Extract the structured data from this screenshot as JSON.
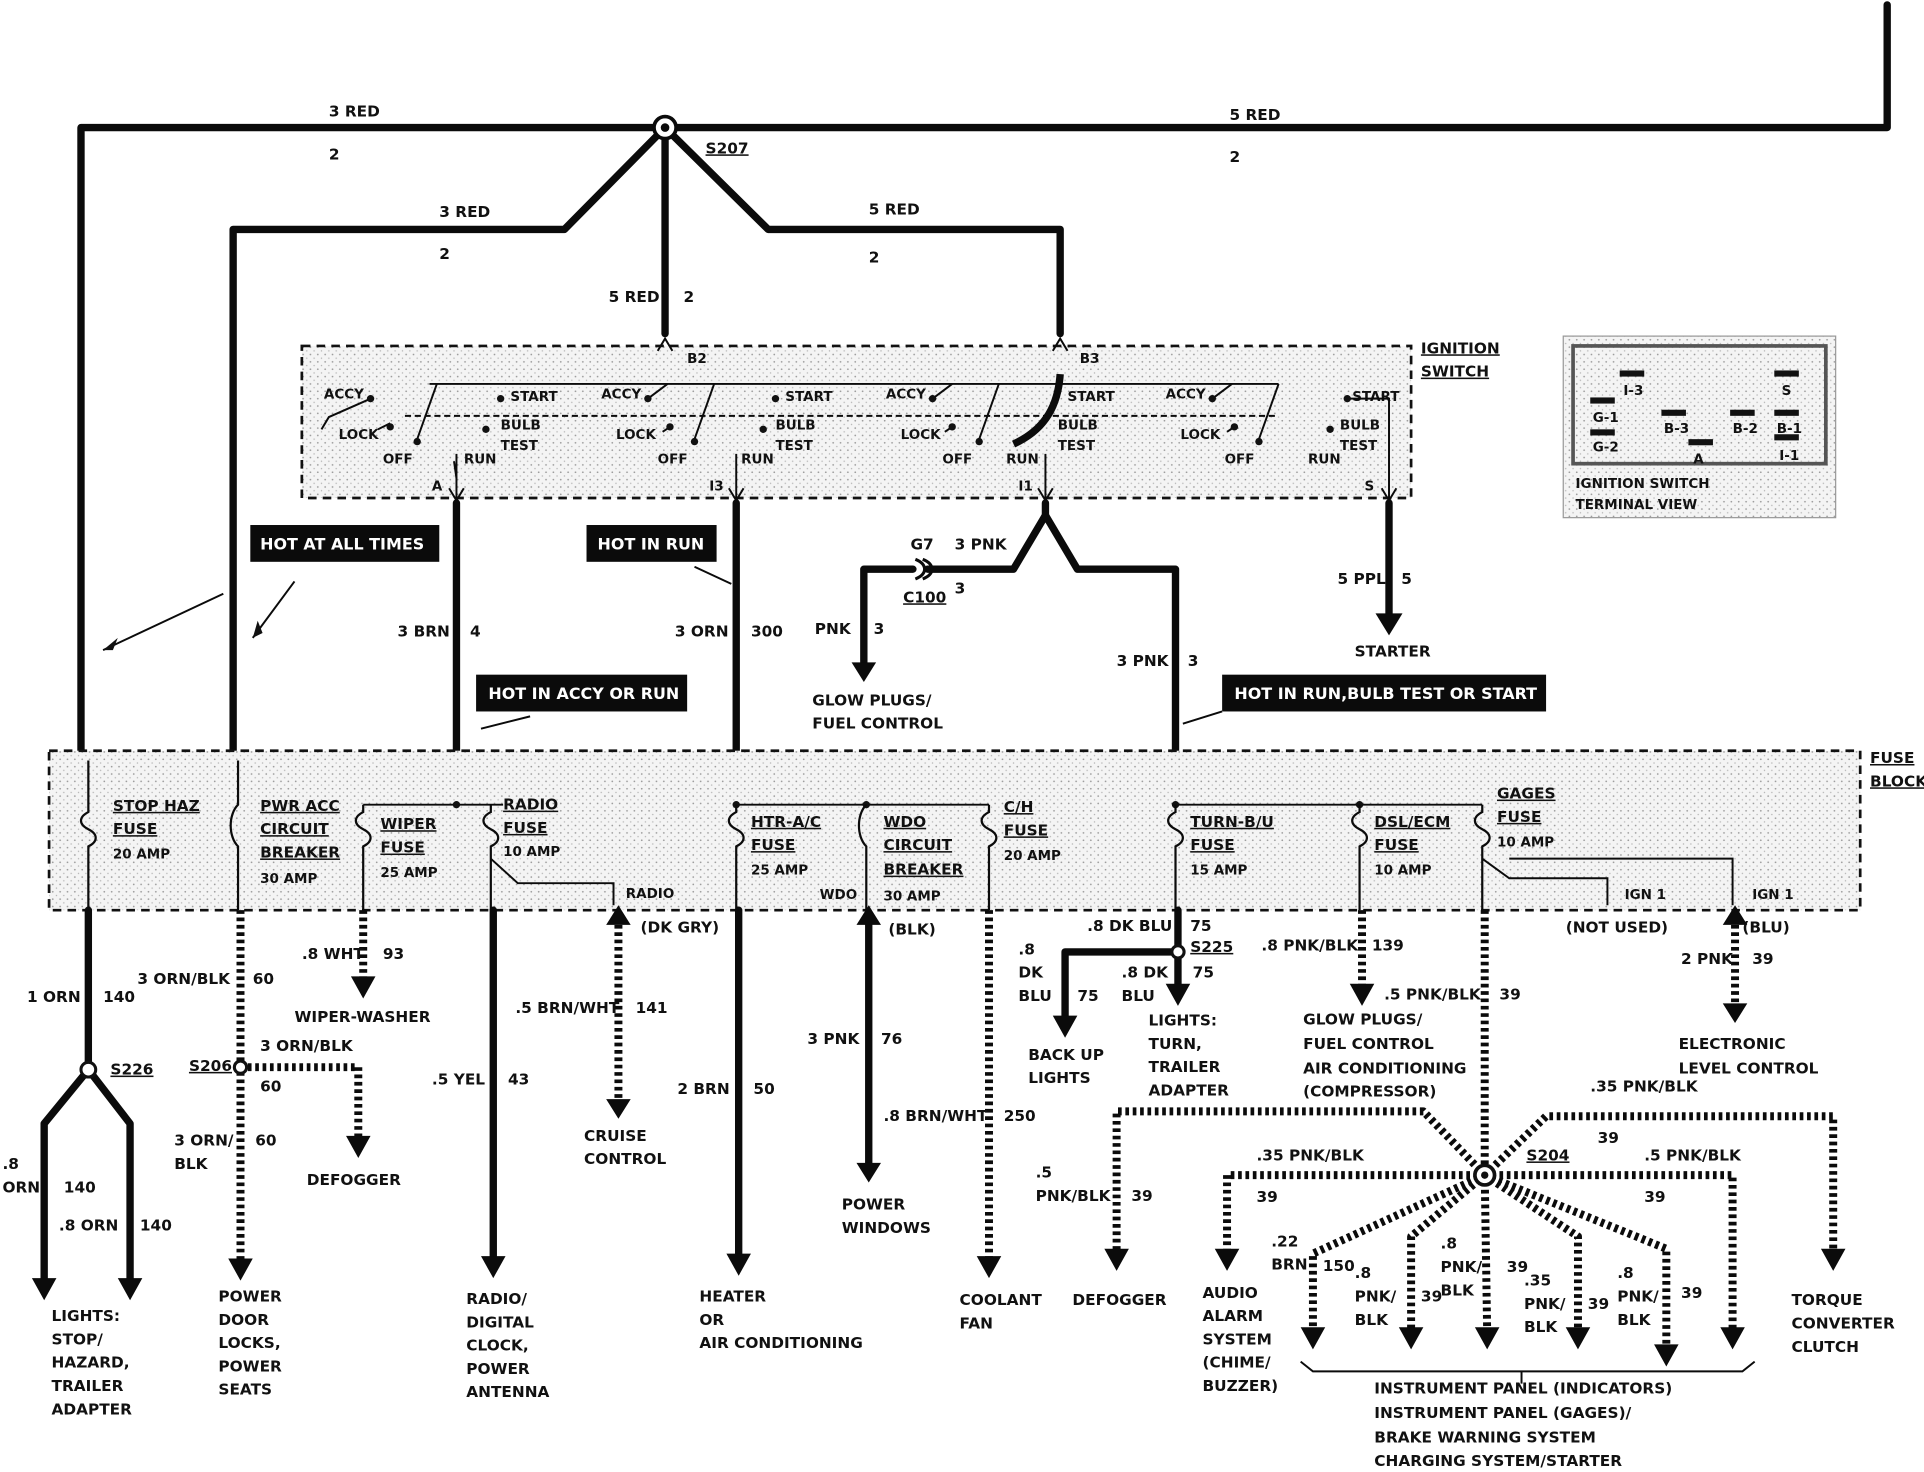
{
  "wires": {
    "top_left": {
      "label": "3 RED",
      "circuit": "2"
    },
    "top_right": {
      "label": "5 RED",
      "circuit": "2"
    },
    "branch_left": {
      "label": "3 RED",
      "circuit": "2"
    },
    "branch_center": {
      "label": "5 RED",
      "circuit": "2"
    },
    "branch_right": {
      "label": "5 RED",
      "circuit": "2"
    },
    "splice_top": "S207",
    "wire_a": {
      "label": "3 BRN",
      "circuit": "4"
    },
    "wire_i3": {
      "label": "3 ORN",
      "circuit": "300"
    },
    "wire_i1": {
      "label": "3 PNK",
      "circuit": "3"
    },
    "wire_g7": {
      "label": "3 PNK"
    },
    "wire_glow": {
      "label": "PNK",
      "circuit": "3"
    },
    "wire_starter": {
      "label": "5 PPL",
      "circuit": "5"
    }
  },
  "ignition": {
    "title": "IGNITION SWITCH",
    "positions": [
      "ACCY",
      "LOCK",
      "OFF",
      "RUN",
      "START",
      "BULB TEST"
    ],
    "terminals": {
      "a": "A",
      "b2": "B2",
      "i3": "I3",
      "b3": "B3",
      "i1": "I1",
      "s": "S"
    },
    "terminal_view_title": "IGNITION SWITCH TERMINAL VIEW",
    "terminal_view_pins": [
      "I-3",
      "S",
      "G-1",
      "B-3",
      "B-2",
      "B-1",
      "G-2",
      "A",
      "I-1"
    ]
  },
  "tags": {
    "hot_all": "HOT AT ALL TIMES",
    "hot_run": "HOT IN RUN",
    "hot_accy_run": "HOT IN ACCY OR RUN",
    "hot_run_bulb_start": "HOT IN RUN,BULB TEST OR START"
  },
  "connectors": {
    "g7": "G7",
    "c100": "C100",
    "c100_circuit": "3",
    "glow_top": "GLOW PLUGS/",
    "glow_bottom": "FUEL CONTROL",
    "starter": "STARTER"
  },
  "fuse_block": {
    "title": "FUSE BLOCK",
    "fuses": [
      {
        "name": "STOP HAZ FUSE",
        "rating": "20 AMP"
      },
      {
        "name": "PWR ACC CIRCUIT BREAKER",
        "rating": "30 AMP"
      },
      {
        "name": "WIPER FUSE",
        "rating": "25 AMP"
      },
      {
        "name": "RADIO FUSE",
        "rating": "10 AMP"
      },
      {
        "name": "HTR-A/C FUSE",
        "rating": "25 AMP"
      },
      {
        "name": "WDO CIRCUIT BREAKER",
        "rating": "30 AMP"
      },
      {
        "name": "C/H FUSE",
        "rating": "20 AMP"
      },
      {
        "name": "TURN-B/U FUSE",
        "rating": "15 AMP"
      },
      {
        "name": "DSL/ECM FUSE",
        "rating": "10 AMP"
      },
      {
        "name": "GAGES FUSE",
        "rating": "10 AMP"
      }
    ],
    "out_radio": "RADIO",
    "out_radio_color": "(DK GRY)",
    "out_wdo": "WDO",
    "out_wdo_color": "(BLK)",
    "out_ign1_left": "IGN 1",
    "out_ign1_left_note": "(NOT USED)",
    "out_ign1_right": "IGN 1",
    "out_ign1_right_color": "(BLU)"
  },
  "bottom": {
    "w140": {
      "label": "1 ORN",
      "circuit": "140"
    },
    "s226": "S226",
    "w140a": {
      "label": ".8 ORN",
      "circuit": "140"
    },
    "w140b": {
      "label": ".8 ORN",
      "circuit": "140"
    },
    "lights_stop": "LIGHTS: STOP/ HAZARD, TRAILER ADAPTER",
    "w60": {
      "label": "3 ORN/BLK",
      "circuit": "60"
    },
    "s206": "S206",
    "w60b": {
      "label": "3 ORN/BLK",
      "circuit": "60"
    },
    "w60c": {
      "label": "3 ORN/ BLK",
      "circuit": "60"
    },
    "power_door": "POWER DOOR LOCKS, POWER SEATS",
    "defogger_a": "DEFOGGER",
    "w93": {
      "label": ".8 WHT",
      "circuit": "93"
    },
    "wiper_washer": "WIPER-WASHER",
    "w43": {
      "label": ".5 YEL",
      "circuit": "43"
    },
    "radio_out": "RADIO/ DIGITAL CLOCK, POWER ANTENNA",
    "w141": {
      "label": ".5 BRN/WHT",
      "circuit": "141"
    },
    "cruise": "CRUISE CONTROL",
    "w50": {
      "label": "2 BRN",
      "circuit": "50"
    },
    "heater": "HEATER OR AIR CONDITIONING",
    "w76": {
      "label": "3 PNK",
      "circuit": "76"
    },
    "power_windows": "POWER WINDOWS",
    "w250": {
      "label": ".8 BRN/WHT",
      "circuit": "250"
    },
    "coolant": "COOLANT FAN",
    "w75": {
      "label": ".8 DK BLU",
      "circuit": "75"
    },
    "s225": "S225",
    "w75a": {
      "label": ".8 DK BLU",
      "circuit": "75"
    },
    "w75b": {
      "label": ".8 DK BLU",
      "circuit": "75"
    },
    "backup": "BACK UP LIGHTS",
    "lights_turn": "LIGHTS: TURN, TRAILER ADAPTER",
    "w139": {
      "label": ".8 PNK/BLK",
      "circuit": "139"
    },
    "glow2": "GLOW PLUGS/ FUEL CONTROL AIR CONDITIONING (COMPRESSOR)",
    "w39": {
      "label": ".5 PNK/BLK",
      "circuit": "39"
    },
    "w39e": {
      "label": "2 PNK",
      "circuit": "39"
    },
    "elc": "ELECTRONIC LEVEL CONTROL",
    "s204": "S204",
    "w35a": {
      "label": ".35 PNK/BLK",
      "circuit": "39"
    },
    "w35b": {
      "label": ".35 PNK/BLK",
      "circuit": "39"
    },
    "w5pb": {
      "label": ".5 PNK/BLK",
      "circuit": "39"
    },
    "w5pb2": {
      "label": ".5 PNK/BLK",
      "circuit": "39"
    },
    "w22": {
      "label": ".22 BRN",
      "circuit": "150"
    },
    "w8a": {
      "label": ".8 PNK/ BLK",
      "circuit": "39"
    },
    "w8b": {
      "label": ".8 PNK/ BLK",
      "circuit": "39"
    },
    "w35c": {
      "label": ".35 PNK/ BLK",
      "circuit": "39"
    },
    "w8c": {
      "label": ".8 PNK/ BLK",
      "circuit": "39"
    },
    "defogger_b": "DEFOGGER",
    "audio": "AUDIO ALARM SYSTEM (CHIME/ BUZZER)",
    "torque": "TORQUE CONVERTER CLUTCH",
    "ip1": "INSTRUMENT PANEL (INDICATORS)",
    "ip2": "INSTRUMENT PANEL (GAGES)/",
    "ip3": "BRAKE WARNING SYSTEM",
    "ip4": "CHARGING SYSTEM/STARTER"
  }
}
